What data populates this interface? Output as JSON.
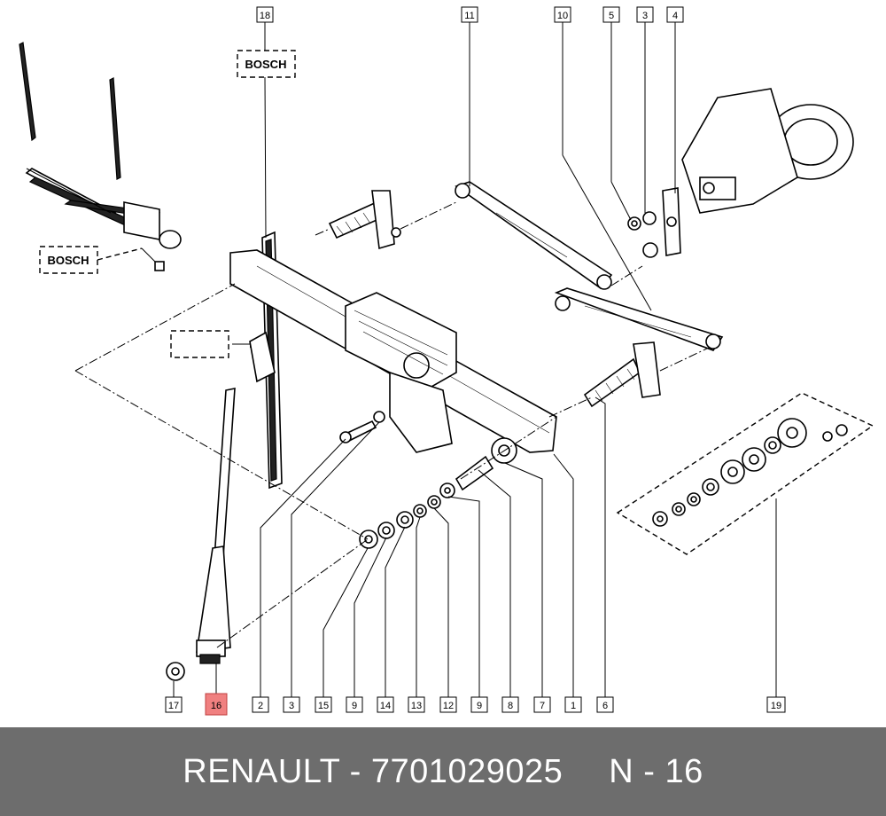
{
  "diagram": {
    "brand_labels": [
      "BOSCH",
      "BOSCH"
    ],
    "highlighted_part": "16",
    "callouts": [
      "18",
      "11",
      "10",
      "5",
      "3",
      "4",
      "17",
      "16",
      "2",
      "3",
      "15",
      "9",
      "14",
      "13",
      "12",
      "9",
      "8",
      "7",
      "1",
      "6",
      "19"
    ]
  },
  "footer": {
    "manufacturer": "RENAULT",
    "separator": " - ",
    "part_number": "7701029025",
    "position_label": "N - 16"
  }
}
